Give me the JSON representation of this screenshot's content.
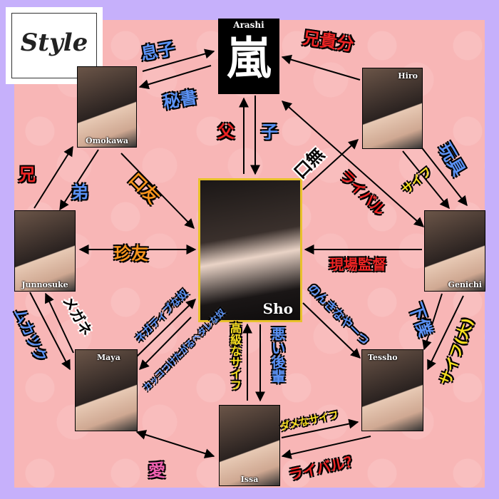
{
  "logo": {
    "text": "Style"
  },
  "center": {
    "name": "Arashi",
    "kanji": "嵐"
  },
  "people": {
    "sho": "Sho",
    "omokawa": "Omokawa",
    "hiro": "Hiro",
    "junnosuke": "Junnosuke",
    "genichi": "Genichi",
    "maya": "Maya",
    "tessho": "Tessho",
    "issa": "Issa"
  },
  "relations": {
    "omokawa_to_arashi": "息子",
    "arashi_to_omokawa": "秘書",
    "hiro_to_arashi": "兄貴分",
    "arashi_to_sho": "父",
    "sho_to_arashi": "子",
    "omokawa_to_sho": "口友",
    "sho_to_hiro": "口無",
    "arashi_genichi": "ライバル",
    "hiro_to_genichi_a": "玩具",
    "hiro_to_genichi_b": "サイフ",
    "junnosuke_sho": "珍友",
    "genichi_to_sho": "現場監督",
    "junnosuke_to_omokawa": "兄",
    "omokawa_to_junnosuke": "弟",
    "maya_to_junnosuke": "メガネ",
    "junnosuke_to_maya": "ムカツク",
    "maya_to_sho": "ネガティブな奴",
    "sho_to_maya": "カッコつけたがるヘタレな奴",
    "issa_to_sho": "高級なサイフ",
    "sho_to_issa": "悪い後輩",
    "sho_to_tessho": "のんきなやーつ",
    "genichi_to_tessho_a": "下僕",
    "genichi_to_tessho_b": "サイフ(大)",
    "maya_issa": "愛",
    "issa_to_tessho": "ダメなサイフ",
    "tessho_to_issa": "ライバル？"
  },
  "colors": {
    "background": "#c6b0fb",
    "board": "#f8b6b6",
    "blue": "#5b92f5",
    "red": "#ee2424",
    "orange": "#f7941d",
    "yellow": "#f7df1f"
  }
}
